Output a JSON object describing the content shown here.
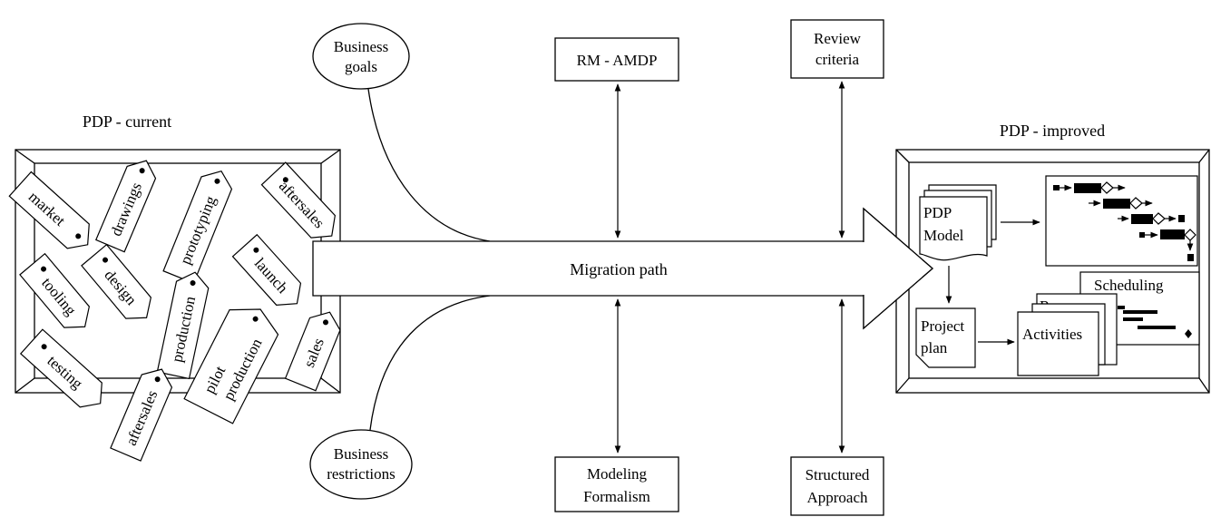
{
  "left_board": {
    "title": "PDP - current"
  },
  "right_board": {
    "title": "PDP - improved"
  },
  "ellipses": {
    "goals": [
      "Business",
      "goals"
    ],
    "restrictions": [
      "Business",
      "restrictions"
    ]
  },
  "boxes": {
    "rm_amdp": [
      "RM - AMDP"
    ],
    "review": [
      "Review",
      "criteria"
    ],
    "modeling": [
      "Modeling",
      "Formalism"
    ],
    "structured": [
      "Structured",
      "Approach"
    ]
  },
  "arrow": {
    "label": "Migration path"
  },
  "tags": [
    "market",
    "drawings",
    "prototyping",
    "aftersales",
    "launch",
    "tooling",
    "design",
    "production",
    "pilot",
    "production",
    "sales",
    "testing",
    "aftersales"
  ],
  "improved": {
    "pdp_model": [
      "PDP",
      "Model"
    ],
    "project_plan": [
      "Project",
      "plan"
    ],
    "scheduling": "Scheduling",
    "resources": "Resources",
    "activities": "Activities"
  }
}
